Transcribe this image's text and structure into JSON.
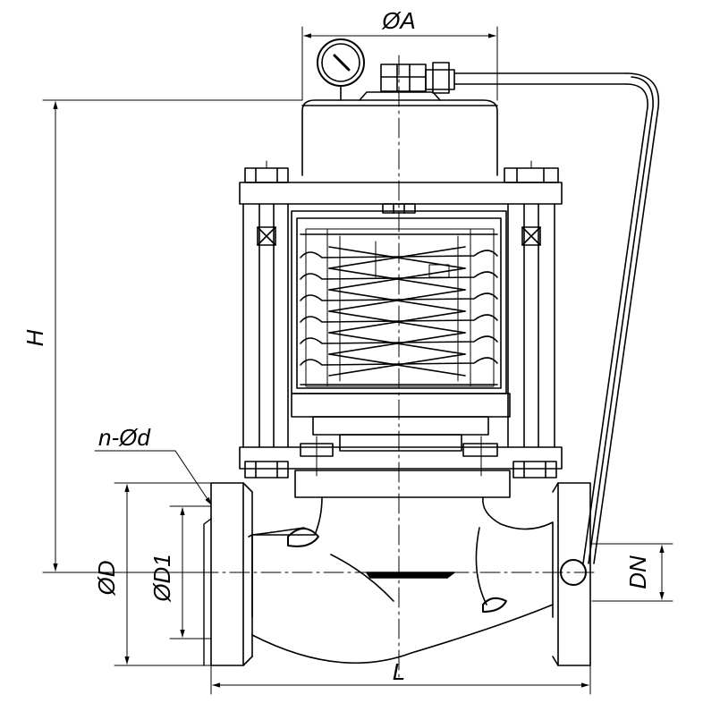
{
  "labels": {
    "diameter_a": "ØA",
    "height": "H",
    "holes": "n-Ød",
    "diameter_d": "ØD",
    "diameter_d1": "ØD1",
    "nominal": "DN",
    "length": "L"
  },
  "colors": {
    "line": "#000000",
    "background": "#ffffff"
  }
}
